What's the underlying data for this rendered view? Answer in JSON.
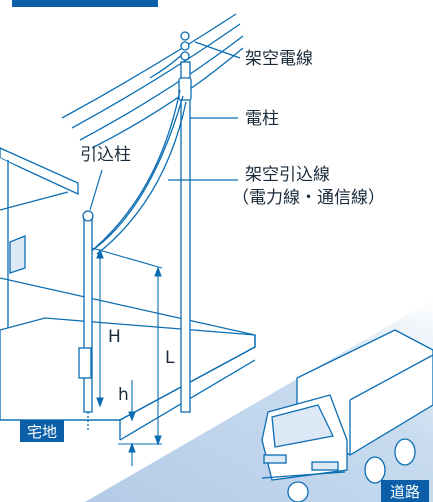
{
  "labels": {
    "overhead_wire": "架空電線",
    "pole": "電柱",
    "service_pole": "引込柱",
    "drop_line_1": "架空引込線",
    "drop_line_2": "（電力線・通信線）",
    "H": "H",
    "L": "L",
    "h": "h",
    "residential": "宅地",
    "road": "道路"
  },
  "colors": {
    "line": "#0a6db3",
    "dark_blue": "#0a5fa8",
    "light_blue": "#dde9f6",
    "road_shadow": "#c9dcf0",
    "text": "#1a2a3a"
  }
}
